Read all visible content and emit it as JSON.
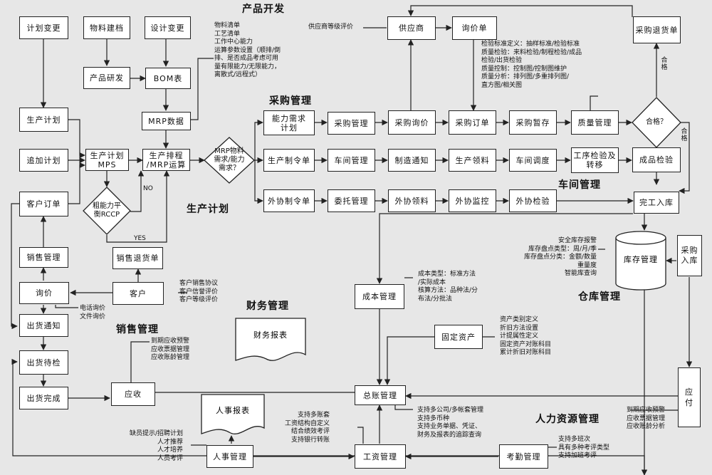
{
  "sections": {
    "product_dev": "产品开发",
    "purchasing": "采购管理",
    "workshop": "车间管理",
    "production_plan": "生产计划",
    "warehouse": "仓库管理",
    "finance": "财务管理",
    "sales": "销售管理",
    "hr": "人力资源管理"
  },
  "nodes": {
    "plan_change": "计划变更",
    "material_file": "物料建档",
    "design_change": "设计变更",
    "product_rd": "产品研发",
    "bom": "BOM表",
    "mrp_data": "MRP数据",
    "prod_plan": "生产计划",
    "add_plan": "追加计划",
    "prod_plan_mps": "生产计划\nMPS",
    "prod_schedule": "生产排程\n/MRP运算",
    "mrp_diamond": "MRP物料\n需求/能力\n需求？",
    "rccp": "粗能力平\n衡RCCP",
    "customer_order": "客户订单",
    "sales_mgmt": "销售管理",
    "sales_return": "销售退货单",
    "inquiry": "询价",
    "customer": "客户",
    "ship_notice": "出货通知",
    "ship_wait": "出货待检",
    "ship_done": "出货完成",
    "receivable": "应收",
    "supplier": "供应商",
    "quote": "询价单",
    "purchase_return": "采购退货单",
    "capacity_req": "能力需求\n计划",
    "purchase_mgmt": "采购管理",
    "purchase_inquiry": "采购询价",
    "purchase_order": "采购订单",
    "purchase_hold": "采购暂存",
    "quality_mgmt": "质量管理",
    "qualified": "合格？",
    "work_order": "生产制令单",
    "workshop_mgmt": "车间管理",
    "mfg_notice": "制造通知",
    "prod_pick": "生产领料",
    "workshop_dispatch": "车间调度",
    "process_check": "工序检验及\n转移",
    "final_check": "成品检验",
    "outsource_order": "外协制令单",
    "outsource_mgmt": "委托管理",
    "outsource_pick": "外协领料",
    "outsource_monitor": "外协监控",
    "outsource_check": "外协检验",
    "complete_stock": "完工入库",
    "inventory_mgmt": "库存管理",
    "purchase_stock": "采购\n入库",
    "cost_mgmt": "成本管理",
    "fin_report": "财务报表",
    "fixed_assets": "固定资产",
    "gl_mgmt": "总账管理",
    "payable": "应\n付",
    "hr_report": "人事报表",
    "hr_mgmt": "人事管理",
    "payroll": "工资管理",
    "attendance": "考勤管理"
  },
  "edge_labels": {
    "no": "NO",
    "yes": "YES",
    "qualified_a": "合\n格",
    "qualified_b": "合\n格"
  },
  "notes": {
    "product_dev": "物料清单\n工艺清单\n工作中心能力\n运算参数设置（顺排/倒\n排、是否成品考虑可用\n量有限能力/无限能力，\n离散式/远程式）",
    "supplier_rating": "供应商等级评价",
    "quality": "检验标准定义：抽样标准/检验标准\n质量检验：来料检验/制程检验/成品\n检验/出货检验\n质量控制：控制图/控制图维护\n质量分析：排列图/多重排列图/\n直方图/相关图",
    "warehouse": "安全库存报警\n库存盘点类型：周/月/季\n库存盘点分类：金额/数量\n重量度\n智能库查询",
    "cost": "成本类型：标准方法\n/实际成本\n核算方法：品种法/分\n布法/分批法",
    "assets": "资产类别定义\n折旧方法设置\n计提属性定义\n固定资产对账科目\n累计折旧对账科目",
    "customer": "客户销售协议\n客户信誉评价\n客户等级评价",
    "inquiry": "电话询价\n文件询价",
    "receivable": "到期应收预警\n应收票据管理\n应收账龄管理",
    "gl": "支持多公司/多帐套管理\n支持多币种\n支持业务单据、凭证、\n财务及报表的追踪查询",
    "payroll": "支持多账套\n工资结构自定义\n结合绩效考评\n支持银行转账",
    "hr": "缺员提示/招聘计划\n人才推荐\n人才培养\n人员考评",
    "attendance": "支持多班次\n具有多种考评类型\n支持加班考评",
    "payable": "到期应收预警\n应收票据管理\n应收账龄分析"
  },
  "colors": {
    "background": "#e7e7e7",
    "box": "#ffffff",
    "line": "#222222"
  }
}
